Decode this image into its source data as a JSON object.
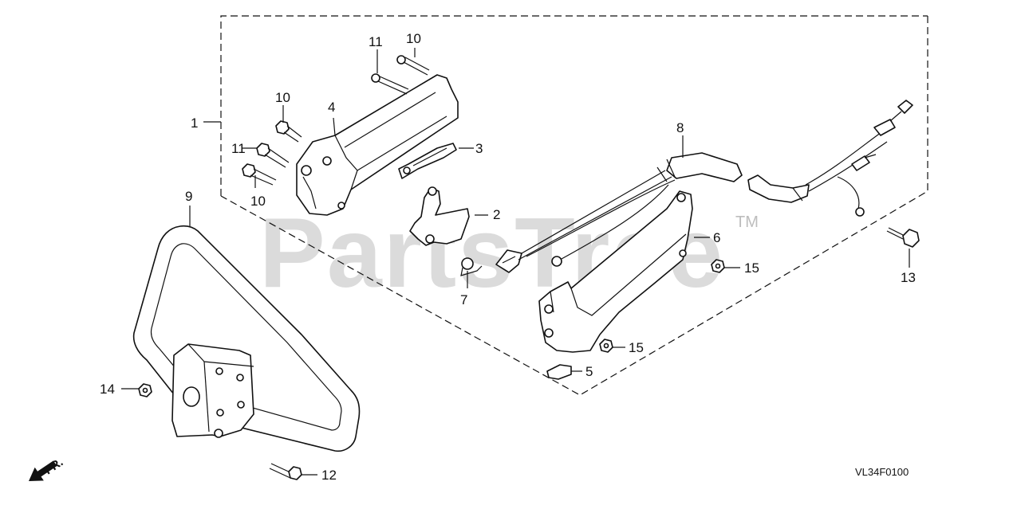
{
  "watermark": {
    "text": "PartsTree",
    "trademark": "TM"
  },
  "callouts": {
    "c1": "1",
    "c2": "2",
    "c3": "3",
    "c4": "4",
    "c5": "5",
    "c6": "6",
    "c7": "7",
    "c8": "8",
    "c9": "9",
    "c10a": "10",
    "c10b": "10",
    "c10c": "10",
    "c11a": "11",
    "c11b": "11",
    "c12": "12",
    "c13": "13",
    "c14": "14",
    "c15a": "15",
    "c15b": "15"
  },
  "direction_label": "FR.",
  "diagram_code": "VL34F0100"
}
